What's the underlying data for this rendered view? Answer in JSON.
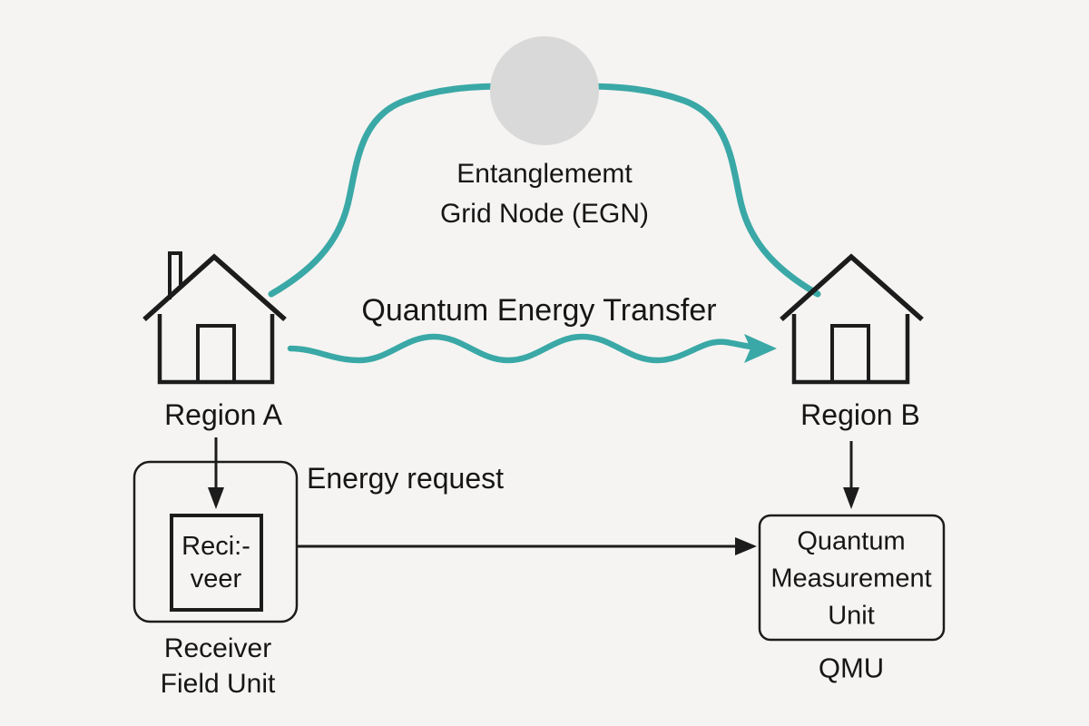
{
  "colors": {
    "background": "#f5f4f2",
    "accent_teal": "#3aa8a6",
    "node_gray": "#d9d9d9",
    "ink": "#161616"
  },
  "egn": {
    "line1": "Entanglememt",
    "line2": "Grid Node (EGN)"
  },
  "region_a": {
    "label": "Region A"
  },
  "region_b": {
    "label": "Region B"
  },
  "transfer": {
    "label": "Quantum Energy Transfer"
  },
  "request": {
    "label": "Energy request"
  },
  "receiver": {
    "inner_line1": "Reci:-",
    "inner_line2": "veer",
    "caption_line1": "Receiver",
    "caption_line2": "Field Unit"
  },
  "qmu": {
    "line1": "Quantum",
    "line2": "Measurement",
    "line3": "Unit",
    "caption": "QMU"
  }
}
